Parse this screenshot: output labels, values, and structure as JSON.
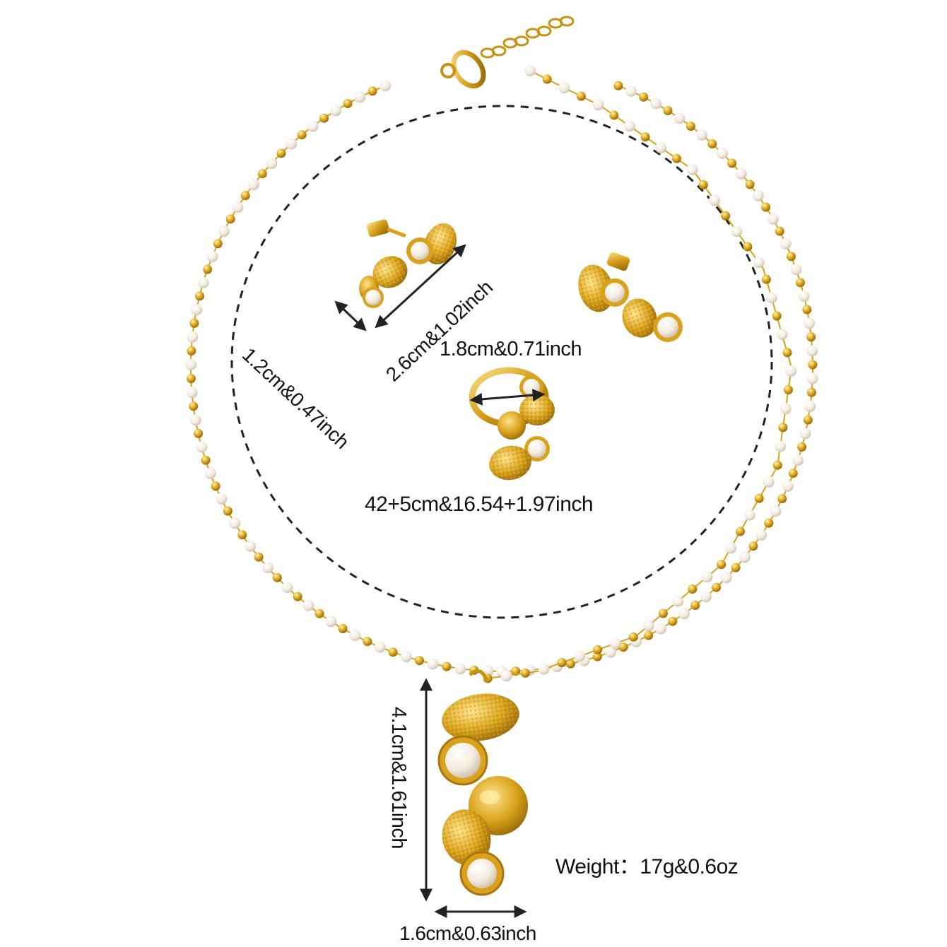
{
  "labels": {
    "earring_width": "1.2cm&0.47inch",
    "earring_length": "2.6cm&1.02inch",
    "ring_size": "1.8cm&0.71inch",
    "necklace_length": "42+5cm&16.54+1.97inch",
    "pendant_length": "4.1cm&1.61inch",
    "pendant_width": "1.6cm&0.63inch",
    "weight": "Weight：17g&0.6oz"
  },
  "colors": {
    "gold": "#d9a21a",
    "gold_light": "#f3d25c",
    "gold_dark": "#9a6a08",
    "pearl": "#f6efe6",
    "pearl_shadow": "#d8cbb9",
    "dash": "#222222",
    "text": "#111111"
  },
  "icons": {
    "necklace": "pearl-bead-necklace-icon",
    "pendant": "pebble-pearl-pendant-icon",
    "earring": "pebble-pearl-earring-icon",
    "ring": "pebble-pearl-ring-icon"
  }
}
